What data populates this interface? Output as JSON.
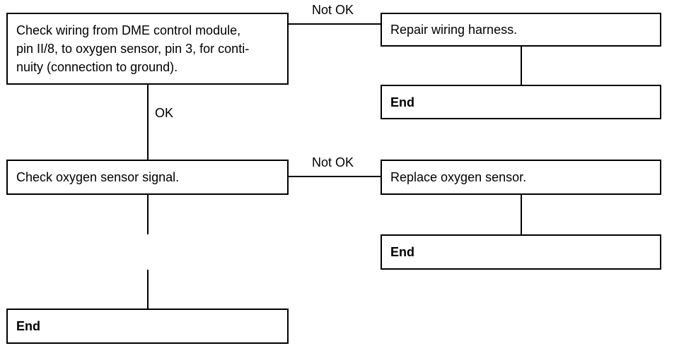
{
  "boxes": {
    "check_wiring": {
      "lines": [
        "Check wiring from DME control module,",
        "pin II/8, to oxygen sensor, pin 3, for conti-",
        "nuity (connection to ground)."
      ]
    },
    "repair_wiring": "Repair wiring harness.",
    "end_1": "End",
    "check_signal": "Check oxygen sensor signal.",
    "replace_sensor": "Replace oxygen sensor.",
    "end_2": "End",
    "end_3": "End"
  },
  "labels": {
    "not_ok_1": "Not OK",
    "ok_1": "OK",
    "not_ok_2": "Not OK"
  }
}
